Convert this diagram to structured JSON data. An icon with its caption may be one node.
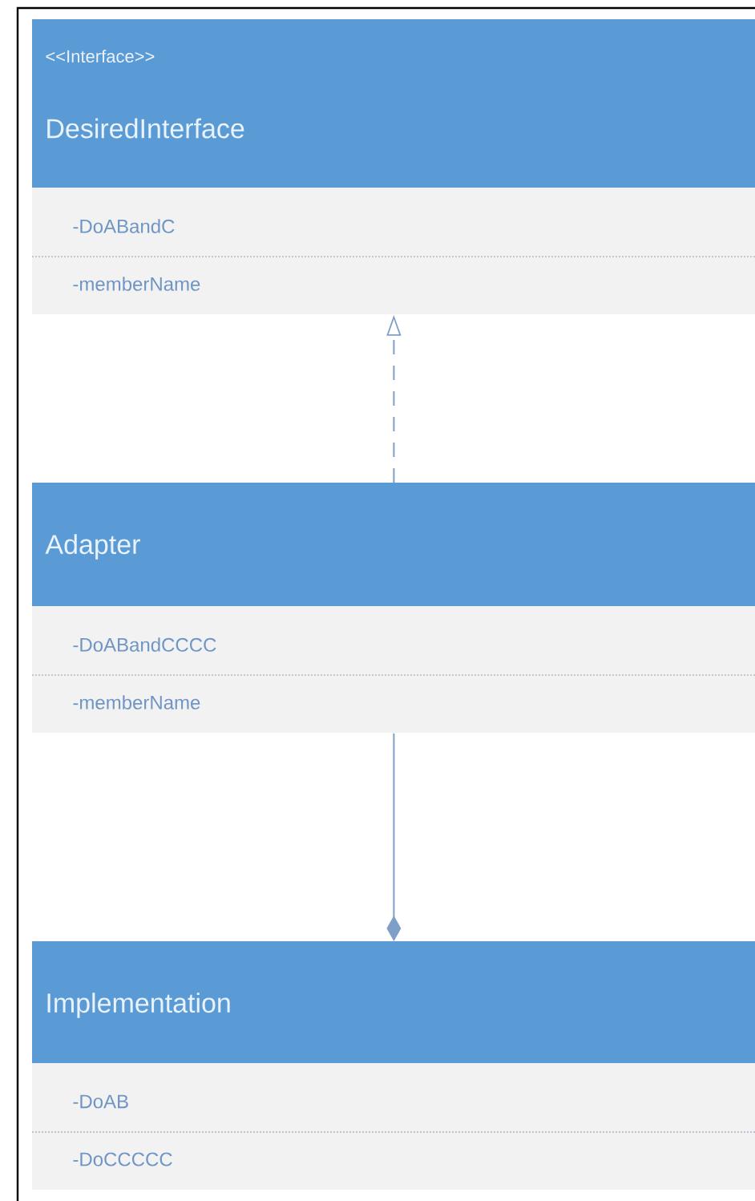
{
  "diagram": {
    "nodes": [
      {
        "text": [
          "<<Interface>>",
          "DesiredInterface",
          "-DoABandC",
          "-memberName"
        ]
      },
      {
        "text": [
          "Adapter",
          "-DoABandCCCC",
          "-memberName"
        ]
      },
      {
        "text": [
          "Implementation",
          "-DoAB",
          "-DoCCCCC"
        ]
      }
    ],
    "edges": [
      {
        "from": 1,
        "to": 0,
        "arrow": "to",
        "style": "dashed"
      },
      {
        "from": 1,
        "to": 2,
        "arrow": "other"
      }
    ]
  }
}
